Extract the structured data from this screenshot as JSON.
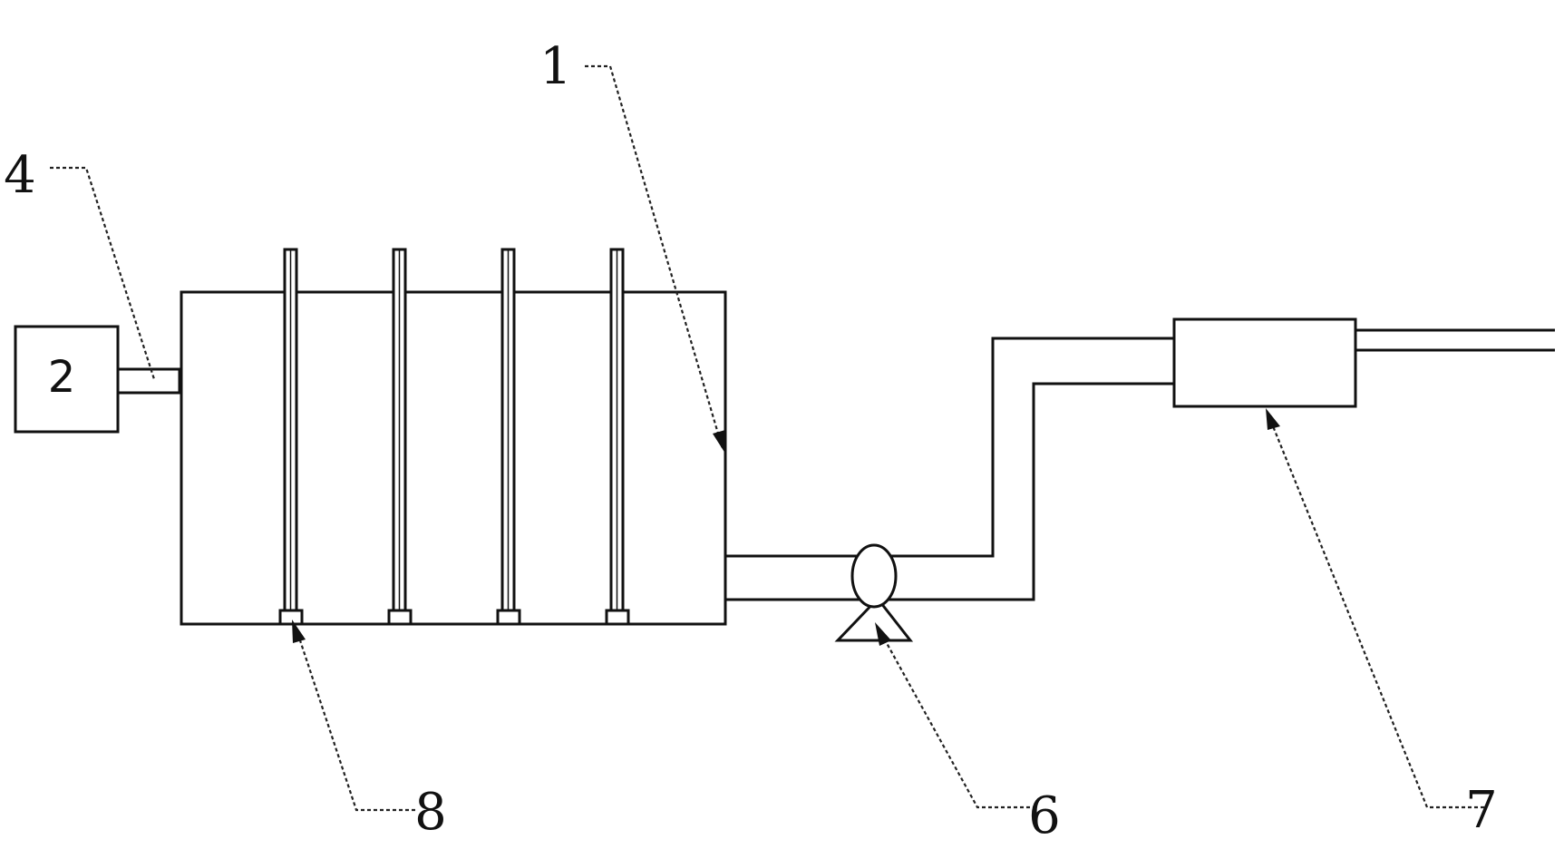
{
  "labels": {
    "tank": "1",
    "box": "2",
    "connector": "4",
    "pump": "6",
    "device": "7",
    "electrode_base": "8"
  }
}
